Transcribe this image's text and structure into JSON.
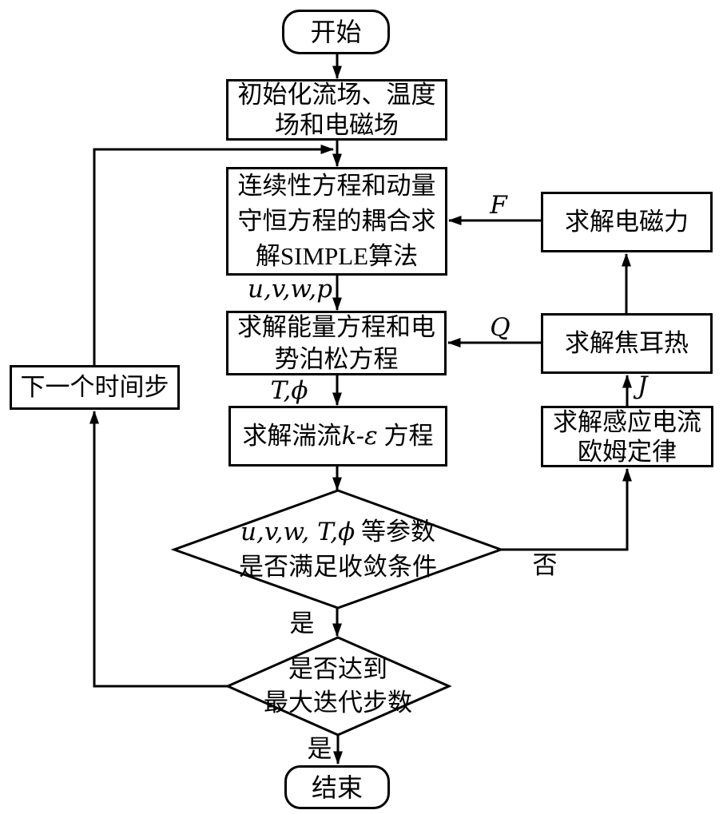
{
  "diagram_type": "flowchart",
  "colors": {
    "line": "#000000",
    "background": "#ffffff",
    "text": "#000000"
  },
  "nodes": {
    "start": {
      "label": "开始",
      "shape": "rounded"
    },
    "init": {
      "lines": [
        "初始化流场、温度",
        "场和电磁场"
      ],
      "shape": "rect"
    },
    "simple": {
      "lines": [
        "连续性方程和动量",
        "守恒方程的耦合求",
        "解SIMPLE算法"
      ],
      "shape": "rect"
    },
    "energy": {
      "lines": [
        "求解能量方程和电",
        "势泊松方程"
      ],
      "shape": "rect"
    },
    "turbulence": {
      "prefix": "求解湍流",
      "math": "k-ε",
      "suffix": " 方程",
      "shape": "rect"
    },
    "convergence": {
      "math": "u,v,w, T,ϕ",
      "suffix": " 等参数",
      "line2": "是否满足收敛条件",
      "shape": "diamond"
    },
    "max_iter": {
      "lines": [
        "是否达到",
        "最大迭代步数"
      ],
      "shape": "diamond"
    },
    "end": {
      "label": "结束",
      "shape": "rounded"
    },
    "em_force": {
      "label": "求解电磁力",
      "shape": "rect"
    },
    "joule_heat": {
      "label": "求解焦耳热",
      "shape": "rect"
    },
    "ohm": {
      "lines": [
        "求解感应电流",
        "欧姆定律"
      ],
      "shape": "rect"
    },
    "next_step": {
      "label": "下一个时间步",
      "shape": "rect"
    }
  },
  "edge_labels": {
    "uvwp": "u,v,w,p",
    "tphi": "T,ϕ",
    "F": "F",
    "Q": "Q",
    "J": "J",
    "yes_convergence": "是",
    "yes_maxiter": "是",
    "no_convergence": "否"
  }
}
